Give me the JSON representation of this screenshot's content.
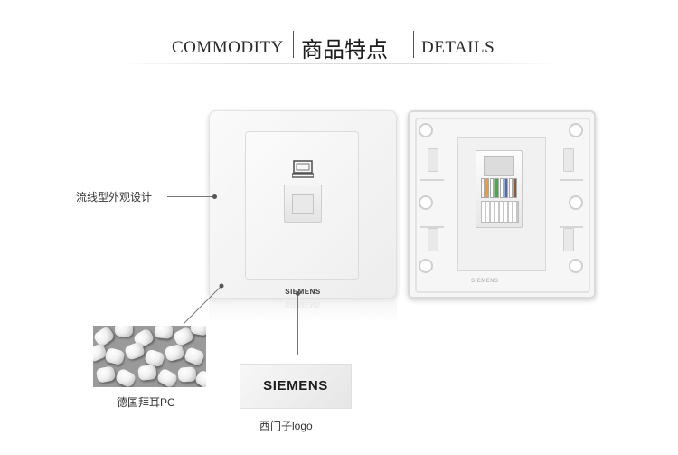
{
  "header": {
    "left": "COMMODITY",
    "middle": "商品特点",
    "right": "DETAILS"
  },
  "product": {
    "brand": "SIEMENS"
  },
  "callouts": {
    "design": "流线型外观设计",
    "material": "德国拜耳PC",
    "logo": "西门子logo"
  },
  "logo_sample": {
    "text": "SIEMENS"
  },
  "colors": {
    "background": "#ffffff",
    "wire_colors": [
      "#ffffff",
      "#f29a3a",
      "#ffffff",
      "#4aa84a",
      "#ffffff",
      "#3a6fd0",
      "#ffffff",
      "#8a5a3a"
    ]
  }
}
